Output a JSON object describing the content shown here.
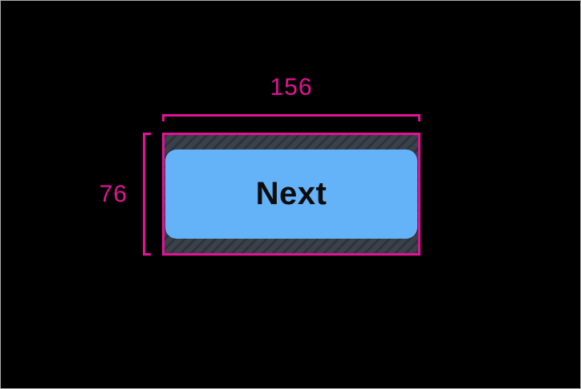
{
  "canvas": {
    "background_color": "#000000",
    "frame_color": "#ABABAB"
  },
  "measurements": {
    "accent_color": "#E21396",
    "width_label": "156",
    "height_label": "76"
  },
  "touch_target": {
    "base_color": "#3A414B",
    "stripe_color": "#2E333B"
  },
  "button": {
    "label": "Next",
    "background_color": "#64B2F8",
    "text_color": "#0C0C0C"
  }
}
